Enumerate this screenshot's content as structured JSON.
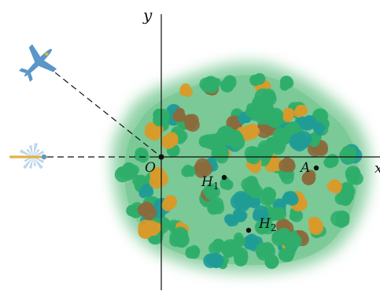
{
  "labels": {
    "y_axis": "y",
    "x_axis": "x",
    "origin": "O",
    "point_a": "A",
    "point_h1": "H",
    "point_h1_sub": "1",
    "point_h2": "H",
    "point_h2_sub": "2"
  },
  "colors": {
    "forest_field": "#8fd1a6",
    "forest_core": "#6cc28a",
    "tree_green": "#2fae6a",
    "tree_teal": "#1f9c96",
    "tree_orange": "#d89a2a",
    "tree_brown": "#8b6a3c",
    "axis": "#111111",
    "plane_body": "#5a96c8",
    "plane_accent": "#e0b24a"
  },
  "icons": {
    "plane_top": "airplane-icon",
    "plane_side": "airplane-front-icon"
  }
}
